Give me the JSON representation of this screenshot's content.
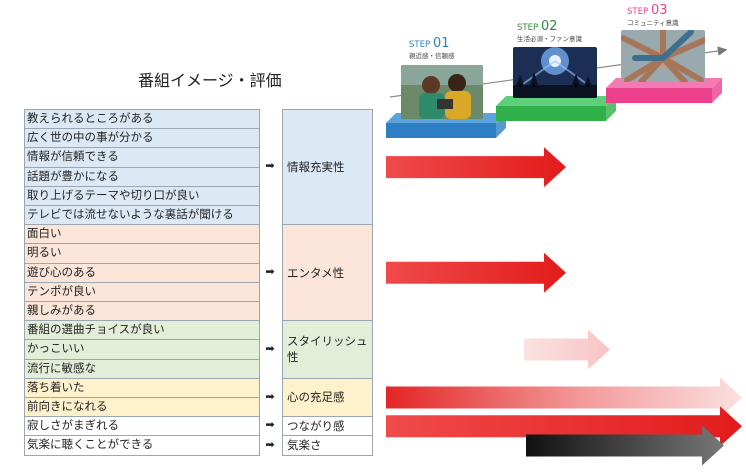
{
  "title": "番組イメージ・評価",
  "arrow_symbol": "➡",
  "steps": [
    {
      "step_word": "STEP",
      "number": "01",
      "subtitle": "親近感・信頼感",
      "color": "#2f7fc4",
      "top_color": "#5aa3dc"
    },
    {
      "step_word": "STEP",
      "number": "02",
      "subtitle": "生活必須・ファン意識",
      "color": "#2fb04a",
      "top_color": "#5fd07a"
    },
    {
      "step_word": "STEP",
      "number": "03",
      "subtitle": "コミュニティ意識",
      "color": "#ec3f8c",
      "top_color": "#f47bb1"
    }
  ],
  "groups": [
    {
      "category": "情報充実性",
      "color": "blue",
      "arrow": {
        "style": "red",
        "length": 0.5
      },
      "items": [
        "教えられるところがある",
        "広く世の中の事が分かる",
        "情報が信頼できる",
        "話題が豊かになる",
        "取り上げるテーマや切り口が良い",
        "テレビでは流せないような裏話が聞ける"
      ]
    },
    {
      "category": "エンタメ性",
      "color": "peach",
      "arrow": {
        "style": "red",
        "length": 0.5
      },
      "items": [
        "面白い",
        "明るい",
        "遊び心のある",
        "テンポが良い",
        "親しみがある"
      ]
    },
    {
      "category": "スタイリッシュ性",
      "color": "green",
      "arrow": {
        "style": "pink-light",
        "length": 0.2
      },
      "items": [
        "番組の選曲チョイスが良い",
        "かっこいい",
        "流行に敏感な"
      ]
    },
    {
      "category": "心の充足感",
      "color": "yellow",
      "arrow": {
        "style": "red-to-light",
        "length": 1.0
      },
      "items": [
        "落ち着いた",
        "前向きになれる"
      ]
    },
    {
      "category": "つながり感",
      "color": "white",
      "arrow": {
        "style": "red",
        "length": 1.0
      },
      "items": [
        "寂しさがまぎれる"
      ]
    },
    {
      "category": "気楽さ",
      "color": "white",
      "arrow": {
        "style": "dark",
        "length": 0.55
      },
      "items": [
        "気楽に聴くことができる"
      ]
    }
  ]
}
